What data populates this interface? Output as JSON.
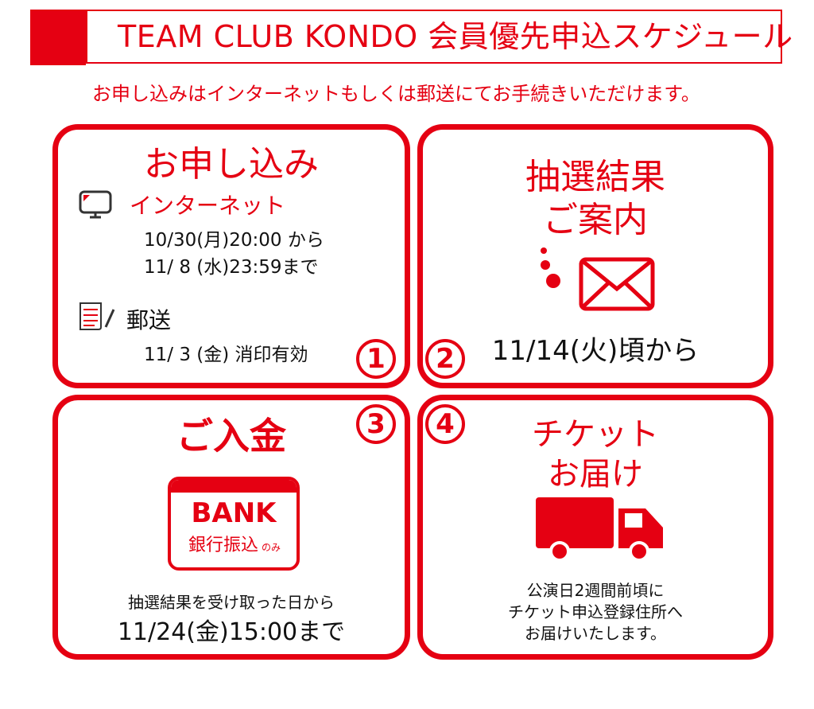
{
  "header": {
    "title": "TEAM CLUB KONDO 会員優先申込スケジュール"
  },
  "intro": "お申し込みはインターネットもしくは郵送にてお手続きいただけます。",
  "step1": {
    "number": "1",
    "title": "お申し込み",
    "internet_label": "インターネット",
    "internet_line1": "10/30(月)20:00 から",
    "internet_line2": "11/ 8 (水)23:59まで",
    "mail_label": "郵送",
    "mail_line": "11/ 3 (金) 消印有効"
  },
  "step2": {
    "number": "2",
    "title_line1": "抽選結果",
    "title_line2": "ご案内",
    "date": "11/14(火)頃から"
  },
  "step3": {
    "number": "3",
    "title": "ご入金",
    "bank_label": "BANK",
    "bank_sub": "銀行振込",
    "bank_sub_small": "のみ",
    "note": "抽選結果を受け取った日から",
    "deadline": "11/24(金)15:00まで"
  },
  "step4": {
    "number": "4",
    "title_line1": "チケット",
    "title_line2": "お届け",
    "desc_line1": "公演日2週間前頃に",
    "desc_line2": "チケット申込登録住所へ",
    "desc_line3": "お届けいたします。"
  },
  "colors": {
    "accent": "#e50012",
    "background": "#ffffff"
  },
  "icons": [
    "monitor-icon",
    "document-pen-icon",
    "dots-icon",
    "envelope-icon",
    "bank-card-icon",
    "truck-icon"
  ]
}
